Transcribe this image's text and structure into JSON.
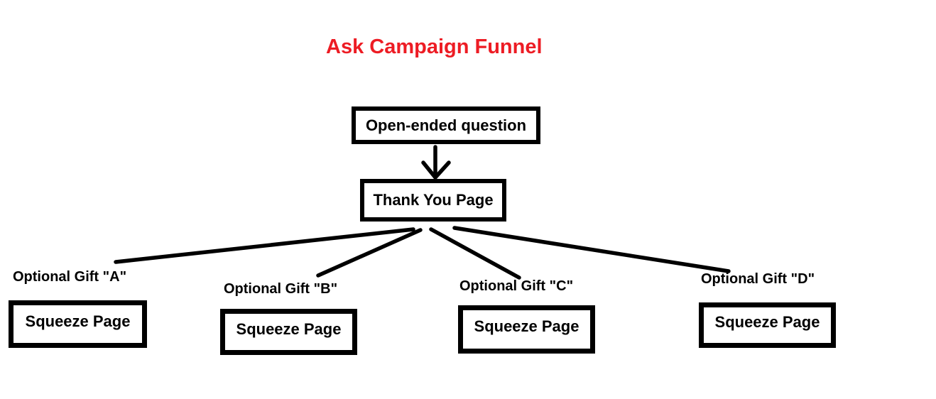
{
  "title": {
    "text": "Ask Campaign Funnel",
    "color": "#ed1c24"
  },
  "diagram": {
    "root_box": {
      "label": "Open-ended question"
    },
    "thank_you_box": {
      "label": "Thank You Page"
    },
    "branches": [
      {
        "gift_label": "Optional Gift \"A\"",
        "page_label": "Squeeze Page"
      },
      {
        "gift_label": "Optional Gift \"B\"",
        "page_label": "Squeeze Page"
      },
      {
        "gift_label": "Optional Gift \"C\"",
        "page_label": "Squeeze Page"
      },
      {
        "gift_label": "Optional Gift \"D\"",
        "page_label": "Squeeze Page"
      }
    ],
    "edges": [
      {
        "from": "Open-ended question",
        "to": "Thank You Page",
        "style": "arrow"
      },
      {
        "from": "Thank You Page",
        "to": "Optional Gift \"A\"",
        "style": "line"
      },
      {
        "from": "Thank You Page",
        "to": "Optional Gift \"B\"",
        "style": "line"
      },
      {
        "from": "Thank You Page",
        "to": "Optional Gift \"C\"",
        "style": "line"
      },
      {
        "from": "Thank You Page",
        "to": "Optional Gift \"D\"",
        "style": "line"
      }
    ],
    "colors": {
      "background": "#ffffff",
      "box_border": "#000000",
      "text": "#000000",
      "connector": "#000000"
    }
  }
}
